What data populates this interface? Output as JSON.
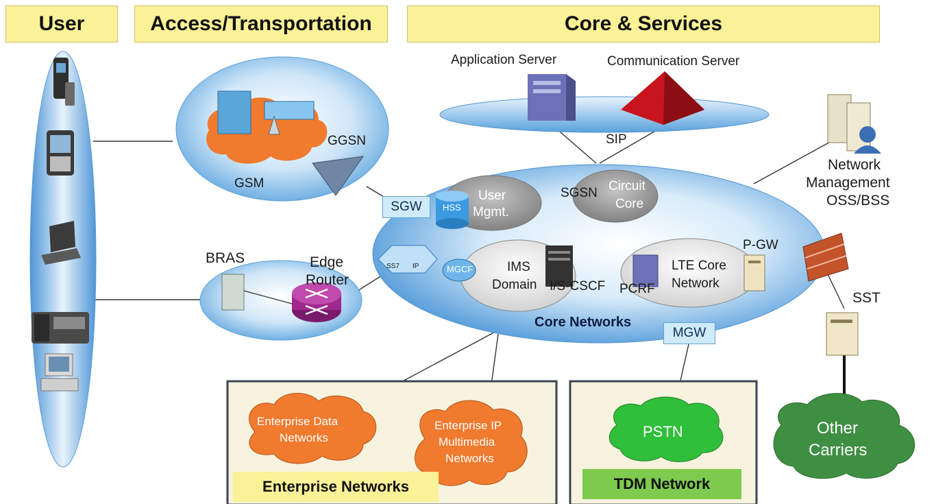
{
  "headers": {
    "user": "User",
    "access": "Access/Transportation",
    "core": "Core & Services"
  },
  "servers": {
    "application": "Application Server",
    "communication": "Communication Server",
    "sip": "SIP"
  },
  "access_net": {
    "gsm": "GSM",
    "ggsn": "GGSN",
    "bras": "BRAS",
    "edge_router_line1": "Edge",
    "edge_router_line2": "Router"
  },
  "core": {
    "sgw": "SGW",
    "hss": "HSS",
    "user_mgmt_line1": "User",
    "user_mgmt_line2": "Mgmt.",
    "sgsn": "SGSN",
    "circuit_line1": "Circuit",
    "circuit_line2": "Core",
    "mgcf": "MGCF",
    "ims_line1": "IMS",
    "ims_line2": "Domain",
    "cscf": "I/S-CSCF",
    "pcrf": "PCRF",
    "lte_line1": "LTE Core",
    "lte_line2": "Network",
    "pgw": "P-GW",
    "core_networks": "Core Networks",
    "mgw": "MGW",
    "interworking_ss7": "SS7",
    "interworking_ip": "IP"
  },
  "management": {
    "line1": "Network",
    "line2": "Management",
    "line3": "OSS/BSS"
  },
  "sst": "SST",
  "enterprise": {
    "data_line1": "Enterprise Data",
    "data_line2": "Networks",
    "ip_line1": "Enterprise IP",
    "ip_line2": "Multimedia",
    "ip_line3": "Networks",
    "title": "Enterprise Networks"
  },
  "tdm": {
    "pstn": "PSTN",
    "title": "TDM Network"
  },
  "carriers": {
    "line1": "Other",
    "line2": "Carriers"
  },
  "colors": {
    "header_fill": "#fbf196",
    "enterprise_cloud": "#f07a2e",
    "pstn_cloud": "#2fbf3a",
    "carrier_cloud": "#3f8f43",
    "tdm_bar": "#7ecb4f",
    "enterprise_bar": "#fbf196",
    "bubble_blue": "#8ec5ee"
  }
}
